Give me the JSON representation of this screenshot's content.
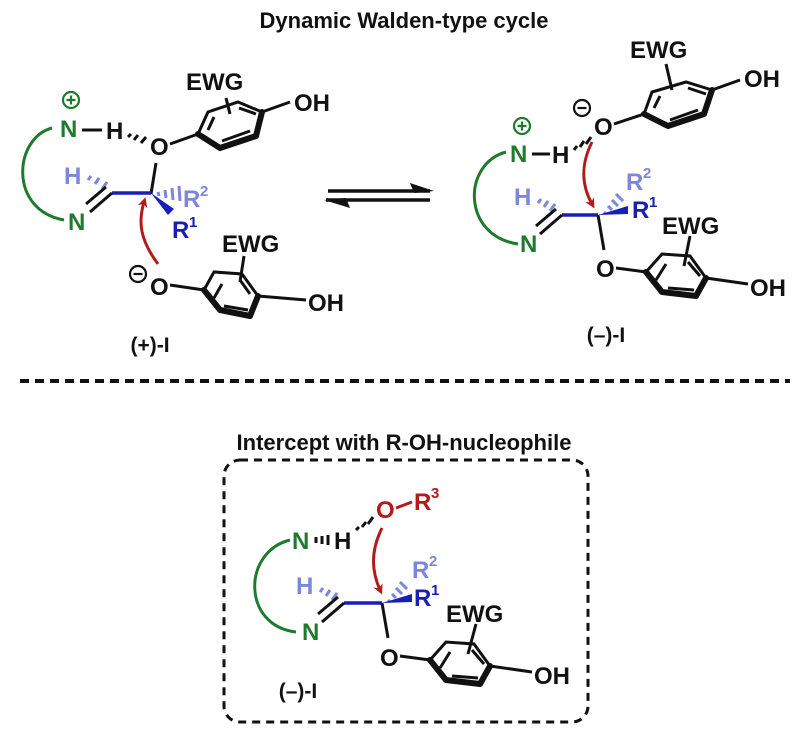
{
  "titles": {
    "top": "Dynamic Walden-type cycle",
    "bottom": "Intercept with R-OH-nucleophile"
  },
  "colors": {
    "text": "#111111",
    "ring_green": "#1e7b2e",
    "backbone_blue": "#1a1fb4",
    "light_blue": "#7b86dc",
    "arrow_red": "#b31b1b"
  },
  "atoms": {
    "N": "N",
    "H": "H",
    "O": "O",
    "R": "R",
    "EWG": "EWG",
    "OH": "OH",
    "plus": "+",
    "minus": "−",
    "sup1": "1",
    "sup2": "2",
    "sup3": "3"
  },
  "structures": [
    {
      "id": "plus-I",
      "label": "(+)-I"
    },
    {
      "id": "minus-I",
      "label": "(–)-I"
    },
    {
      "id": "minus-I-intercept",
      "label": "(–)-I"
    }
  ],
  "equilibrium": "reversible"
}
